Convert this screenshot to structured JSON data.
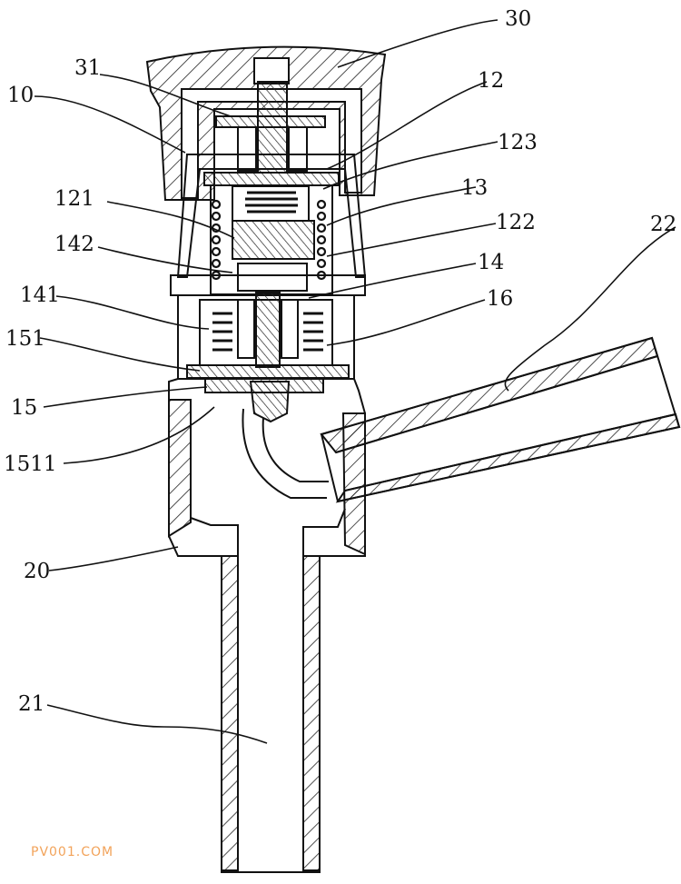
{
  "labels": {
    "l30": "30",
    "l31": "31",
    "l10": "10",
    "l12": "12",
    "l123": "123",
    "l121": "121",
    "l13": "13",
    "l122": "122",
    "l22": "22",
    "l142": "142",
    "l14": "14",
    "l141": "141",
    "l16": "16",
    "l151": "151",
    "l15": "15",
    "l1511": "1511",
    "l20": "20",
    "l21": "21"
  },
  "watermark": "PV001.COM"
}
